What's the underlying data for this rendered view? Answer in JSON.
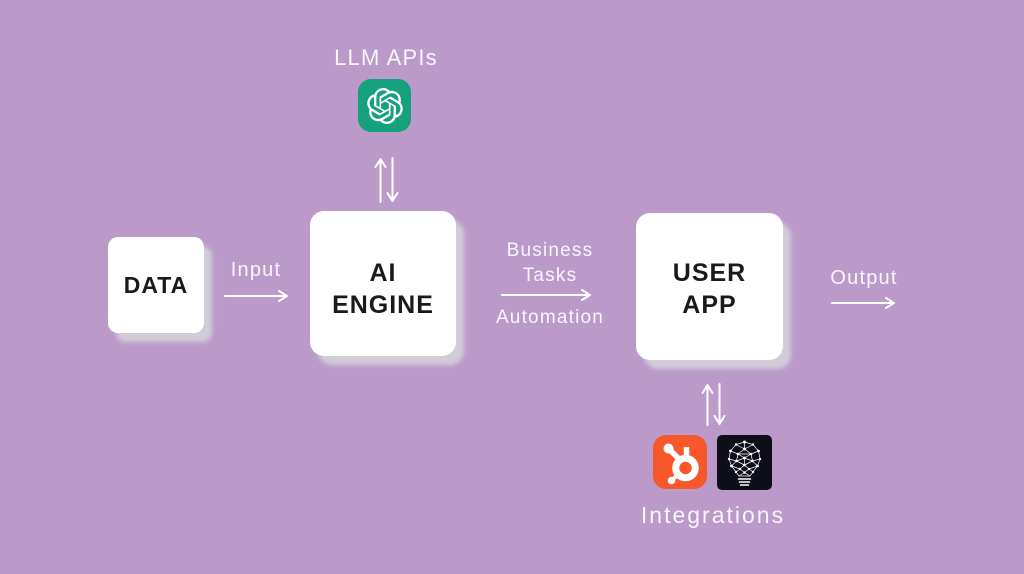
{
  "colors": {
    "background": "#bb9aca",
    "text_light": "#f8f5fb",
    "text_dark": "#1a1a1a",
    "card": "#ffffff",
    "card_shadow": "#d2ccd9",
    "openai_green": "#16a17e",
    "hubspot_orange": "#f8572b",
    "bulb_dark": "#0e0e1b",
    "arrow": "#ffffff"
  },
  "flow": {
    "llm_apis_label": "LLM APIs",
    "input_label": "Input",
    "business_tasks_line1": "Business",
    "business_tasks_line2": "Tasks",
    "automation_label": "Automation",
    "output_label": "Output",
    "integrations_label": "Integrations"
  },
  "nodes": {
    "data_box": {
      "label": "DATA"
    },
    "ai_engine_box": {
      "label_line1": "AI",
      "label_line2": "ENGINE"
    },
    "user_app_box": {
      "label_line1": "USER",
      "label_line2": "APP"
    }
  },
  "icons": {
    "llm_provider": "openai-logo",
    "integration_left": "hubspot-logo",
    "integration_right": "neural-lightbulb-logo"
  }
}
